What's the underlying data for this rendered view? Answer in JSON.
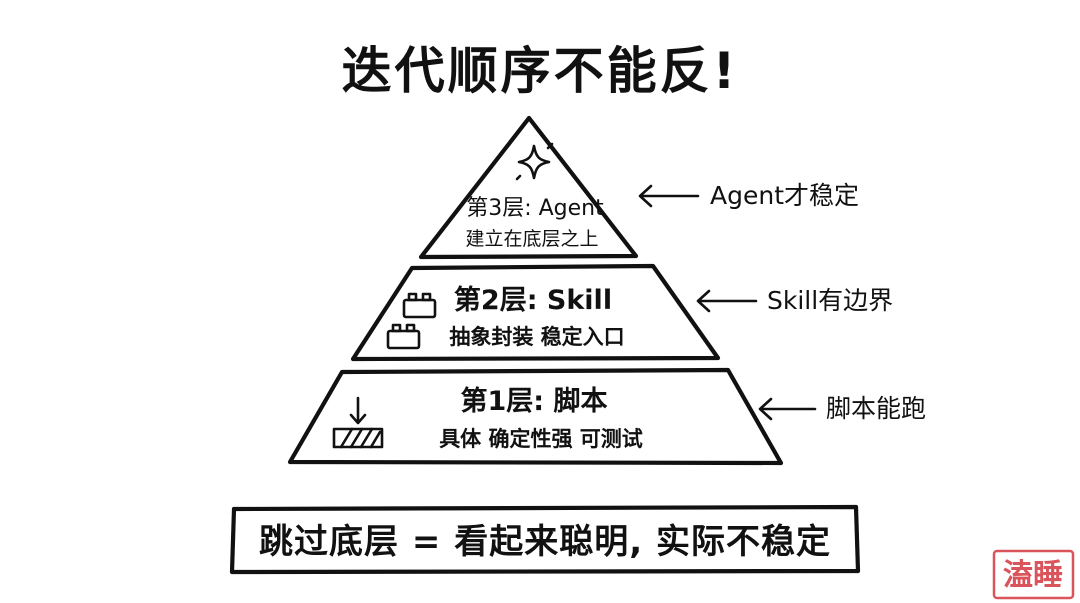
{
  "title": "迭代顺序不能反!",
  "pyramid": {
    "layers": [
      {
        "level": 3,
        "title": "第3层: Agent",
        "description": "建立在底层之上",
        "icon": "sparkle-icon",
        "note": "Agent才稳定"
      },
      {
        "level": 2,
        "title": "第2层: Skill",
        "description": "抽象封装 稳定入口",
        "icon": "building-block-icon",
        "note": "Skill有边界"
      },
      {
        "level": 1,
        "title": "第1层: 脚本",
        "description": "具体 确定性强 可测试",
        "icon": "foundation-arrow-icon",
        "note": "脚本能跑"
      }
    ]
  },
  "bottom_box": {
    "text": "跳过底层 = 看起来聪明, 实际不稳定"
  },
  "watermark": {
    "text": "溘睡",
    "color": "#d9555b"
  }
}
